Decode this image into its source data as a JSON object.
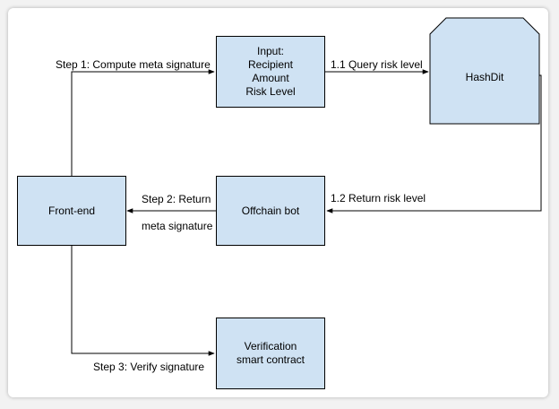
{
  "nodes": {
    "input": {
      "lines": [
        "Input:",
        "Recipient",
        "Amount",
        "Risk Level"
      ]
    },
    "hashdit": {
      "label": "HashDit"
    },
    "frontend": {
      "label": "Front-end"
    },
    "offchain_bot": {
      "label": "Offchain bot"
    },
    "verification": {
      "lines": [
        "Verification",
        "smart contract"
      ]
    }
  },
  "edges": {
    "step1": "Step 1: Compute meta signature",
    "query": "1.1 Query risk level",
    "return_risk": "1.2 Return risk level",
    "step2_line1": "Step 2: Return",
    "step2_line2": "meta signature",
    "step3": "Step 3: Verify signature"
  },
  "colors": {
    "box_fill": "#cfe2f3",
    "stroke": "#000000",
    "page_bg": "#ffffff"
  }
}
